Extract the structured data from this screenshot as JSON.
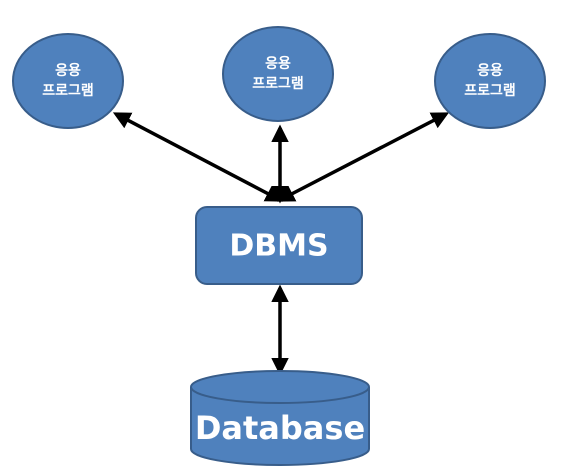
{
  "diagram": {
    "apps": [
      {
        "line1": "응용",
        "line2": "프로그램"
      },
      {
        "line1": "응용",
        "line2": "프로그램"
      },
      {
        "line1": "응용",
        "line2": "프로그램"
      }
    ],
    "dbms": {
      "label": "DBMS"
    },
    "database": {
      "label": "Database"
    }
  },
  "colors": {
    "fill": "#4f81bd",
    "stroke": "#385d8a",
    "arrow": "#000000",
    "text": "#ffffff"
  }
}
